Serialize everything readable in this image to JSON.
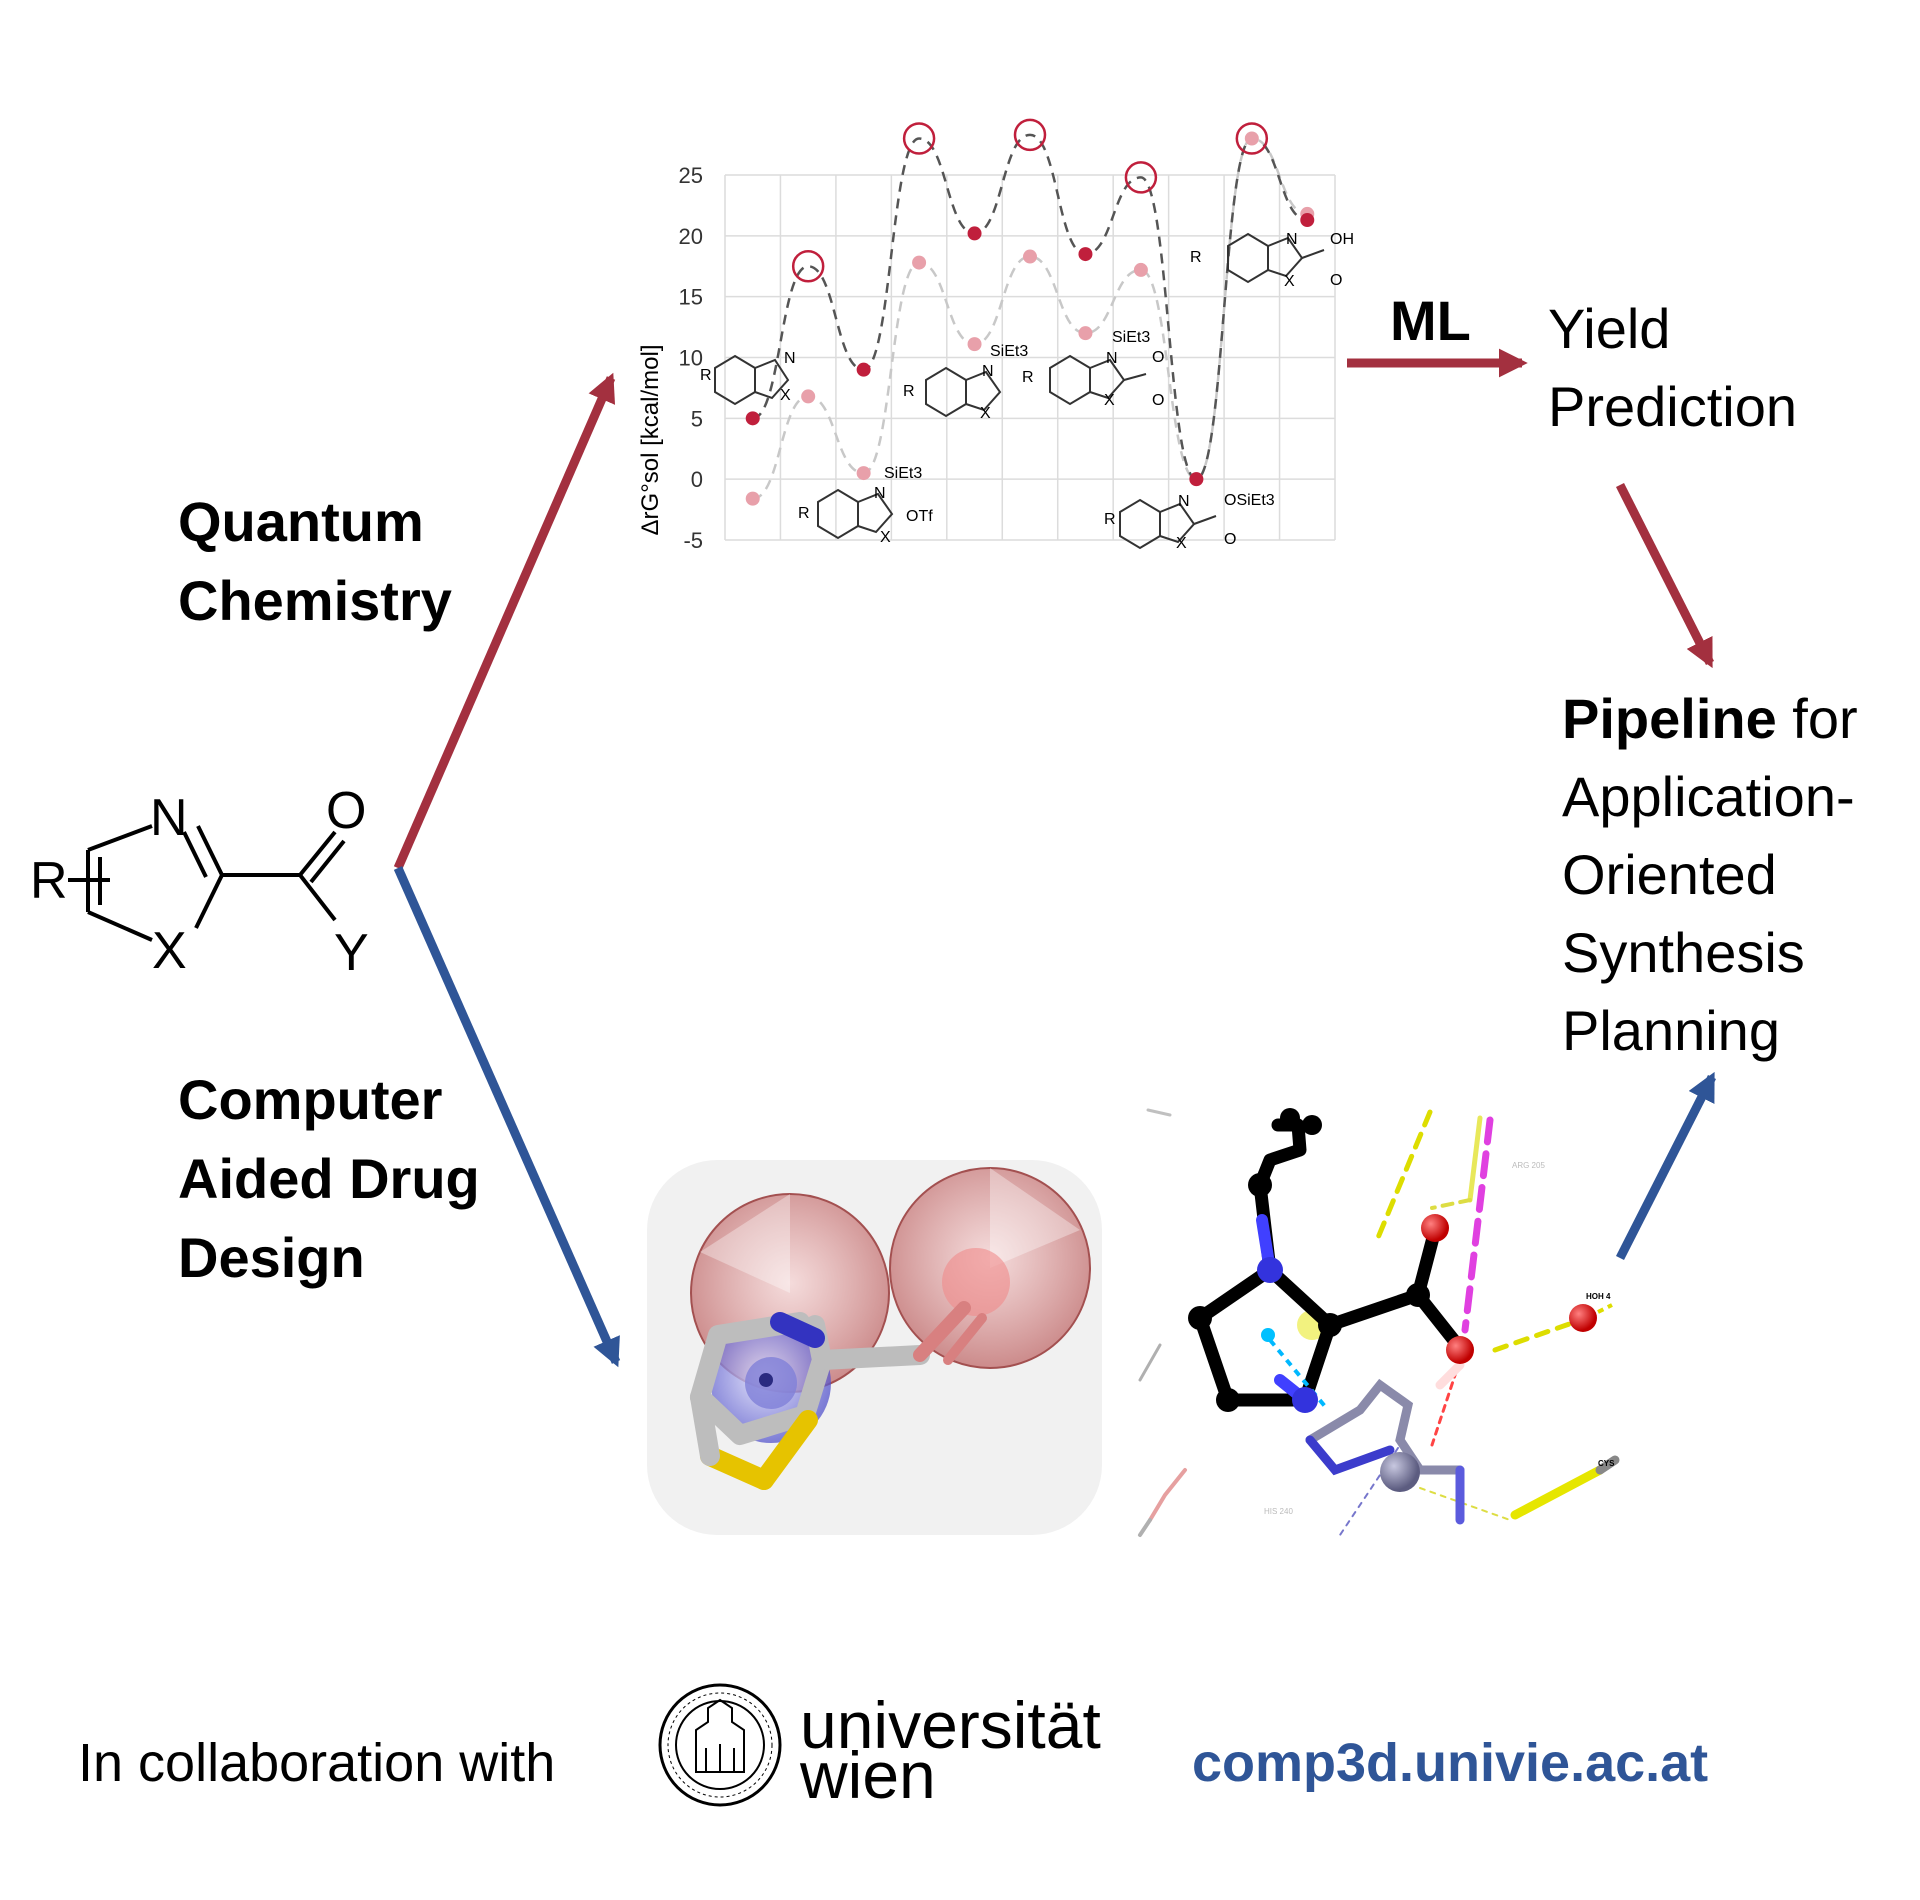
{
  "flow": {
    "qc_label": [
      "Quantum",
      "Chemistry"
    ],
    "cadd_label": [
      "Computer",
      "Aided Drug",
      "Design"
    ],
    "ml_label": "ML",
    "yield_label": [
      "Yield",
      "Prediction"
    ],
    "pipeline_bold": "Pipeline",
    "pipeline_rest": " for",
    "pipeline_lines": [
      "Application-",
      "Oriented",
      "Synthesis",
      "Planning"
    ]
  },
  "scaffold": {
    "atoms": [
      "R",
      "N",
      "X",
      "O",
      "Y"
    ]
  },
  "chart_data": {
    "type": "line",
    "ylabel": "ΔrG°sol [kcal/mol]",
    "yticks": [
      "25",
      "20",
      "15",
      "10",
      "5",
      "0",
      "-5"
    ],
    "ylim": [
      -5,
      25
    ],
    "grid": true,
    "series": [
      {
        "color": "#c01f3c",
        "x": [
          1,
          2,
          3,
          4,
          5,
          6,
          7,
          8,
          9,
          10,
          11
        ],
        "values": [
          5,
          17.5,
          9,
          28,
          20.2,
          28.3,
          18.5,
          24.8,
          0,
          28,
          21.3
        ],
        "circled_indices": [
          1,
          3,
          5,
          7,
          9
        ]
      },
      {
        "color": "#e8a0aa",
        "x": [
          1,
          2,
          3,
          4,
          5,
          6,
          7,
          8,
          9,
          10,
          11
        ],
        "values": [
          -1.6,
          6.8,
          0.5,
          17.8,
          11.1,
          18.3,
          12,
          17.2,
          0,
          28,
          21.8
        ]
      }
    ],
    "structure_labels": {
      "s1": [
        "R",
        "N",
        "X"
      ],
      "s2": [
        "R",
        "N",
        "X",
        "SiEt3",
        "OTf"
      ],
      "s3": [
        "R",
        "N",
        "X",
        "SiEt3"
      ],
      "s4": [
        "R",
        "N",
        "X",
        "SiEt3",
        "O",
        "O"
      ],
      "s5": [
        "R",
        "N",
        "X",
        "OSiEt3",
        "O"
      ],
      "s6": [
        "R",
        "N",
        "X",
        "OH",
        "O"
      ]
    }
  },
  "complex_labels": [
    "ARG 205",
    "HOH 4",
    "CYS",
    "HIS 240"
  ],
  "footer": {
    "collab": "In collaboration with",
    "uni_line1": "universität",
    "uni_line2": "wien",
    "url": "comp3d.univie.ac.at"
  },
  "colors": {
    "red_arrow": "#a3303f",
    "blue_arrow": "#2f5597",
    "url": "#2f5597"
  }
}
